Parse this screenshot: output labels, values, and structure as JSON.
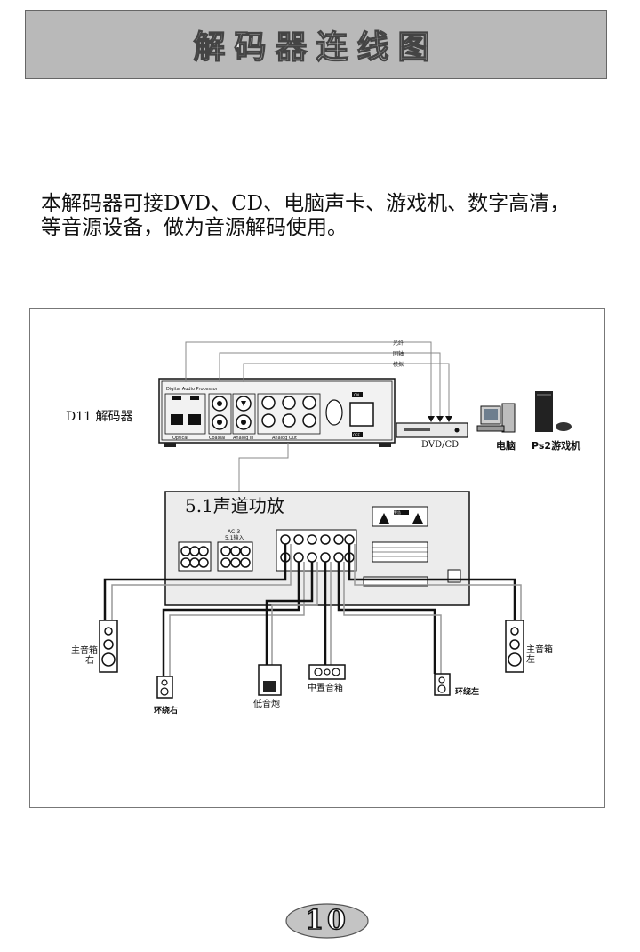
{
  "header": {
    "title": "解码器连线图"
  },
  "intro": {
    "line1": "本解码器可接DVD、CD、电脑声卡、游戏机、数字高清，",
    "line2": "等音源设备，做为音源解码使用。"
  },
  "diagram": {
    "decoder_label": "D11 解码器",
    "decoder_panel_title": "Digital Audio Processor",
    "decoder_sections": [
      "Optical",
      "Coaxial",
      "Analog in",
      "Analog Out"
    ],
    "decoder_tags": [
      "ON",
      "OFF"
    ],
    "cable_labels": [
      "光纤",
      "同轴",
      "模拟"
    ],
    "sources": [
      "DVD/CD",
      "电脑",
      "Ps2游戏机"
    ],
    "amp_label": "5.1声道功放",
    "amp_input_label": "AC-3",
    "amp_input_sub": "5.1输入",
    "amp_warning": "警告",
    "speakers": {
      "main_right": [
        "主音箱",
        "右"
      ],
      "main_left": [
        "主音箱",
        "左"
      ],
      "surround_right": "环绕右",
      "surround_left": "环绕左",
      "subwoofer": "低音炮",
      "center": "中置音箱"
    }
  },
  "page": {
    "number": "10"
  }
}
